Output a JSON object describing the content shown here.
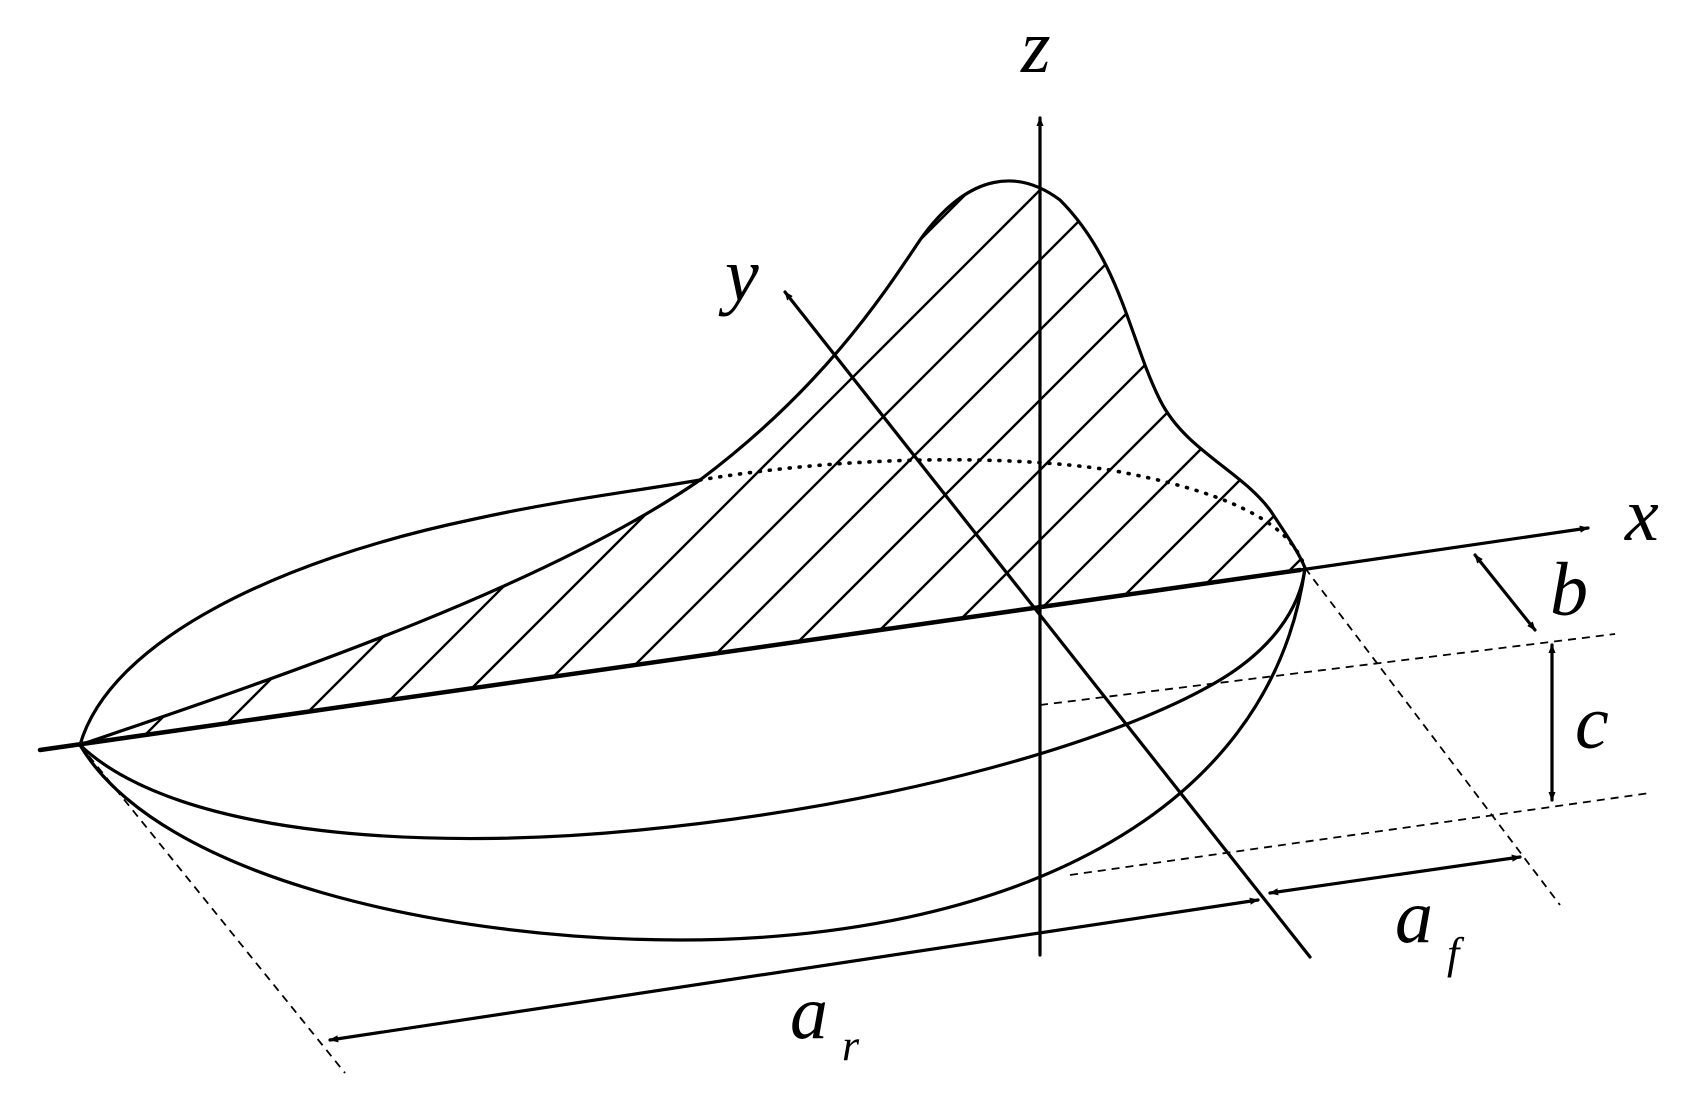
{
  "labels": {
    "axis_z": "z",
    "axis_y": "y",
    "axis_x": "x",
    "dim_b": "b",
    "dim_c": "c",
    "dim_af_main": "a",
    "dim_af_sub": "f",
    "dim_ar_main": "a",
    "dim_ar_sub": "r"
  }
}
